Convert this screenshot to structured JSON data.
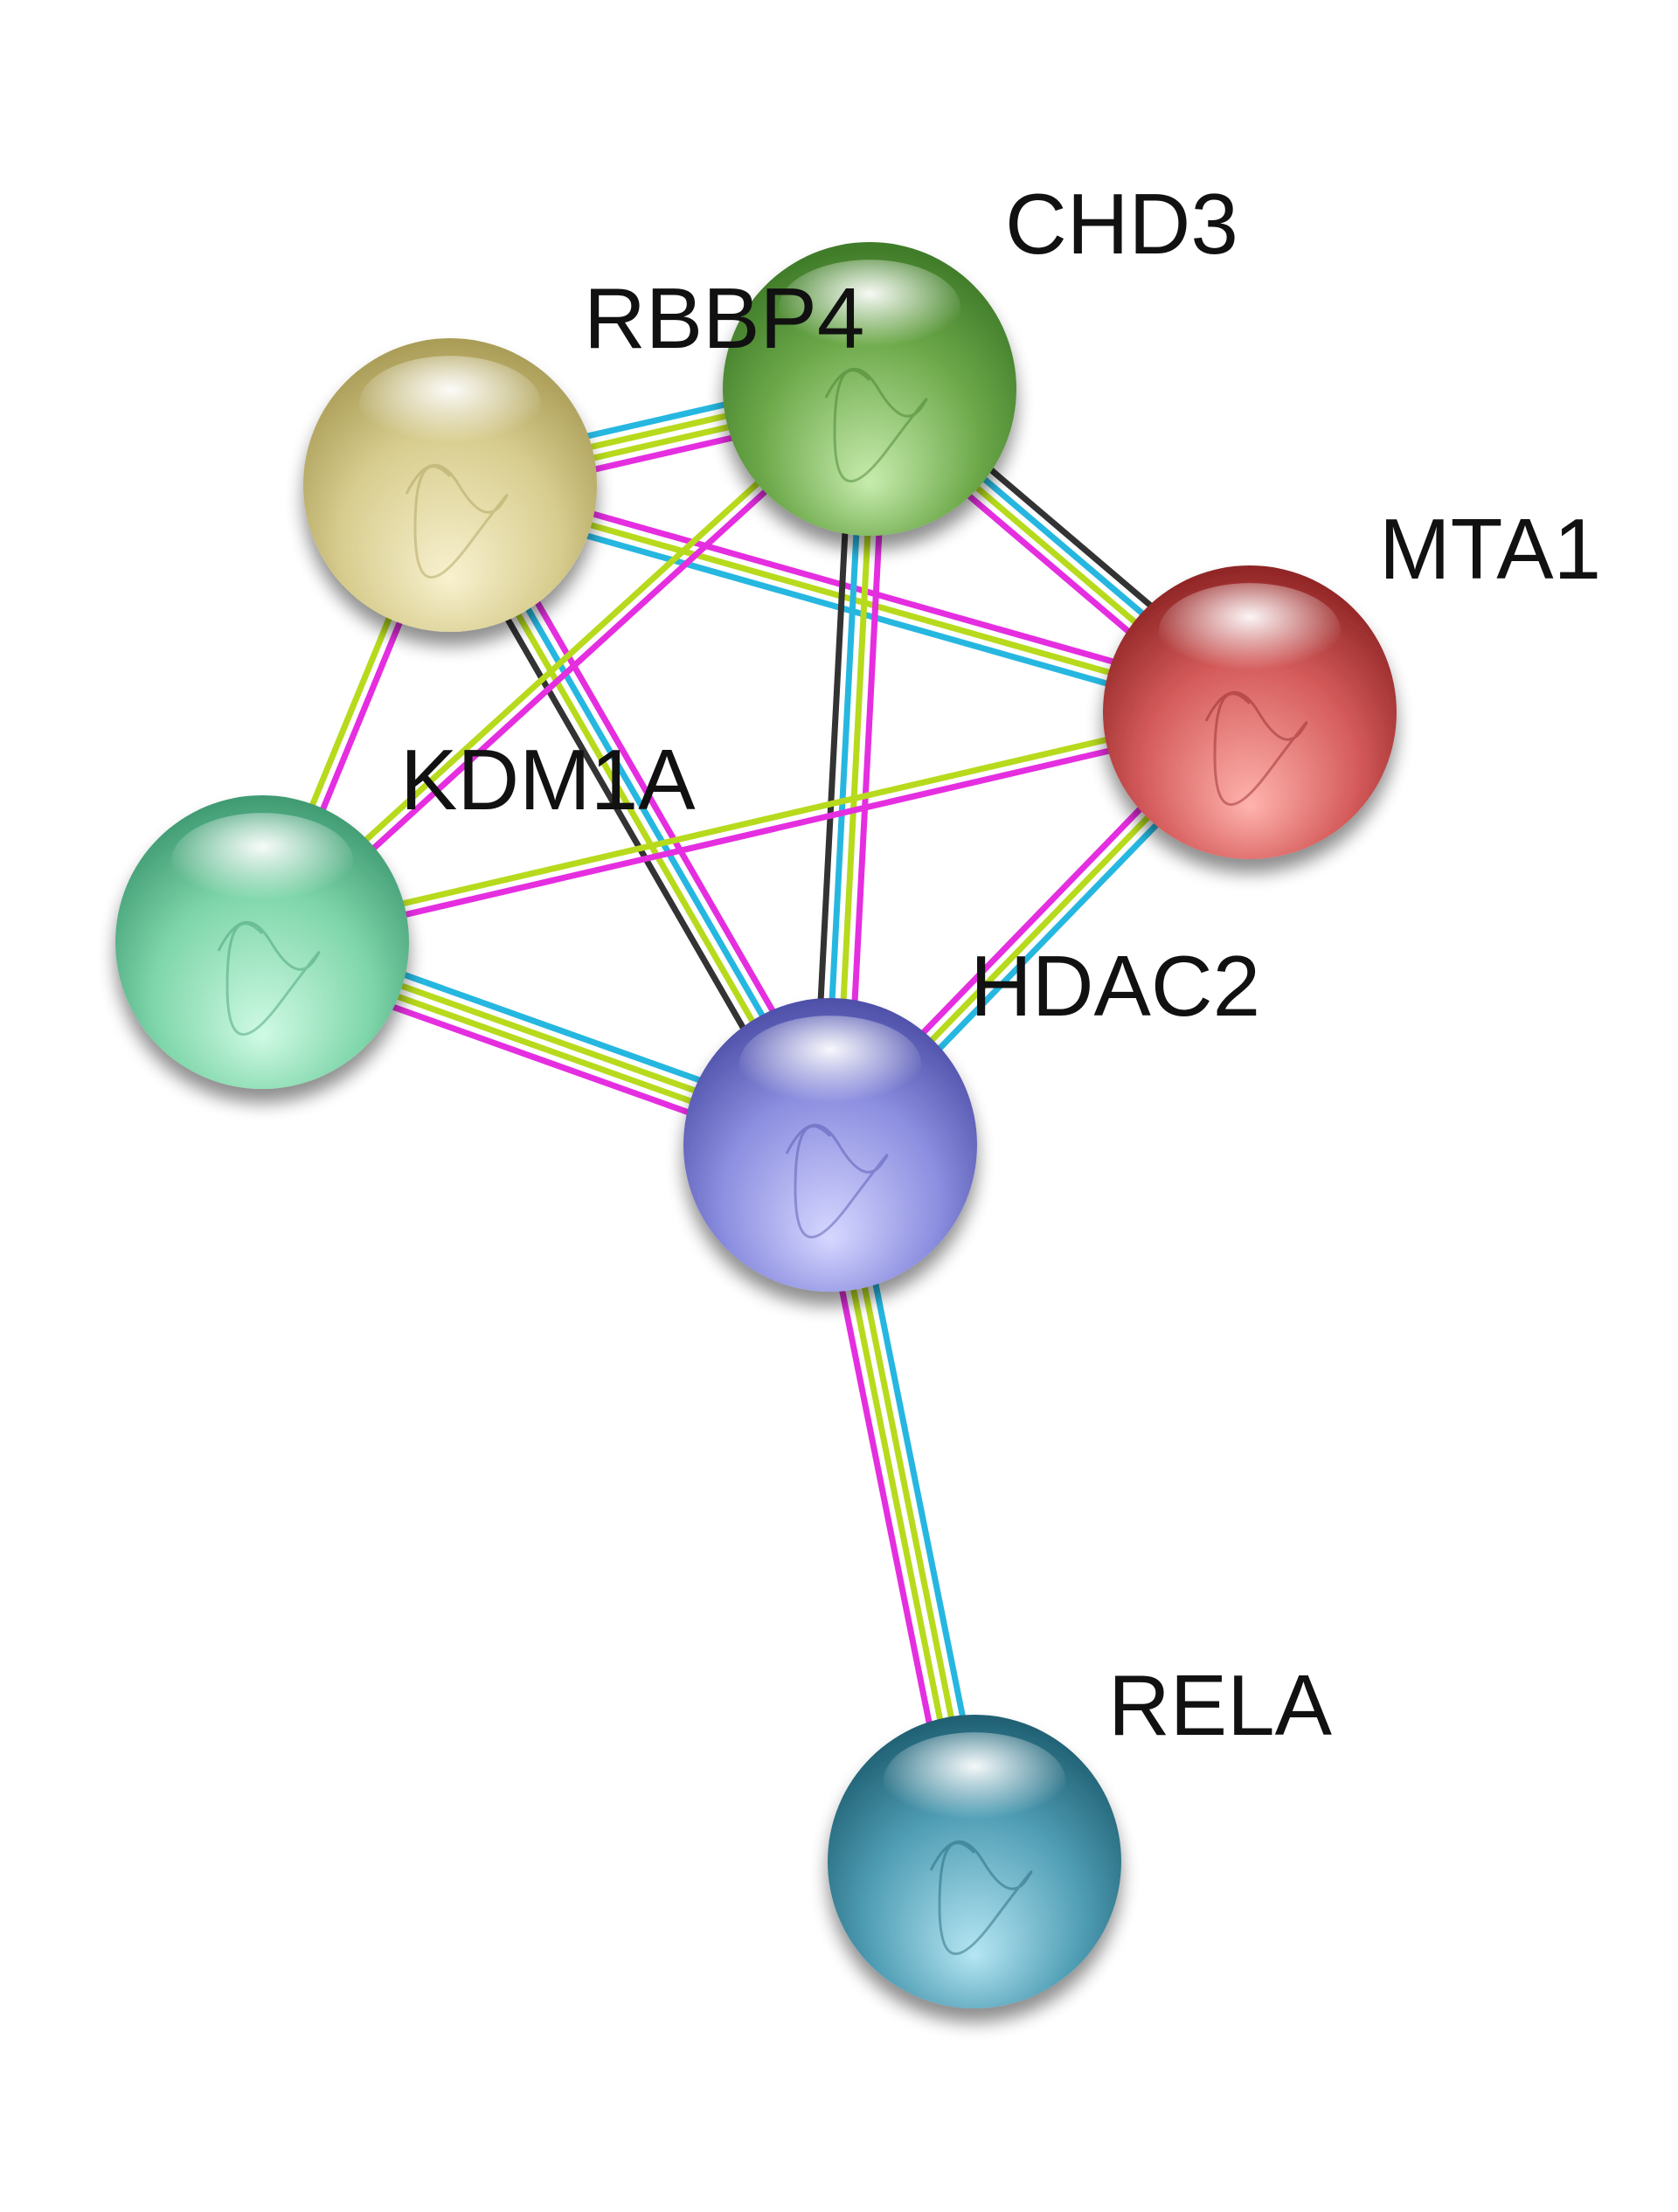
{
  "evidence_colors": {
    "experiments": "#e52ee0",
    "textmining": "#b7da1d",
    "databases": "#26b7e0",
    "coexpression": "#333333"
  },
  "nodes": [
    {
      "id": "CHD3",
      "label": "CHD3",
      "color": "#6da94a",
      "light": "#c7ecae",
      "dark": "#3e7a28"
    },
    {
      "id": "RBBP4",
      "label": "RBBP4",
      "color": "#d8cd8f",
      "light": "#f8f1cf",
      "dark": "#a99c56"
    },
    {
      "id": "MTA1",
      "label": "MTA1",
      "color": "#d45a5a",
      "light": "#ffb3ad",
      "dark": "#8f2424"
    },
    {
      "id": "KDM1A",
      "label": "KDM1A",
      "color": "#7fd6aa",
      "light": "#cffae4",
      "dark": "#3f9a72"
    },
    {
      "id": "HDAC2",
      "label": "HDAC2",
      "color": "#8c8ee0",
      "light": "#d6d7ff",
      "dark": "#4d4fa8"
    },
    {
      "id": "RELA",
      "label": "RELA",
      "color": "#4f9db4",
      "light": "#b5e6f3",
      "dark": "#1f5f72"
    }
  ],
  "edges": [
    {
      "source": "RBBP4",
      "target": "CHD3",
      "evidence": [
        "databases",
        "textmining",
        "textmining",
        "experiments"
      ]
    },
    {
      "source": "RBBP4",
      "target": "MTA1",
      "evidence": [
        "experiments",
        "textmining",
        "databases"
      ]
    },
    {
      "source": "RBBP4",
      "target": "KDM1A",
      "evidence": [
        "experiments",
        "textmining"
      ]
    },
    {
      "source": "RBBP4",
      "target": "HDAC2",
      "evidence": [
        "experiments",
        "databases",
        "textmining",
        "coexpression"
      ]
    },
    {
      "source": "CHD3",
      "target": "MTA1",
      "evidence": [
        "coexpression",
        "databases",
        "textmining",
        "experiments"
      ]
    },
    {
      "source": "CHD3",
      "target": "KDM1A",
      "evidence": [
        "experiments",
        "textmining"
      ]
    },
    {
      "source": "CHD3",
      "target": "HDAC2",
      "evidence": [
        "experiments",
        "textmining",
        "databases",
        "coexpression"
      ]
    },
    {
      "source": "MTA1",
      "target": "KDM1A",
      "evidence": [
        "experiments",
        "textmining"
      ]
    },
    {
      "source": "MTA1",
      "target": "HDAC2",
      "evidence": [
        "databases",
        "textmining",
        "experiments"
      ]
    },
    {
      "source": "KDM1A",
      "target": "HDAC2",
      "evidence": [
        "databases",
        "textmining",
        "textmining",
        "experiments"
      ]
    },
    {
      "source": "HDAC2",
      "target": "RELA",
      "evidence": [
        "databases",
        "textmining",
        "textmining",
        "experiments"
      ]
    }
  ]
}
